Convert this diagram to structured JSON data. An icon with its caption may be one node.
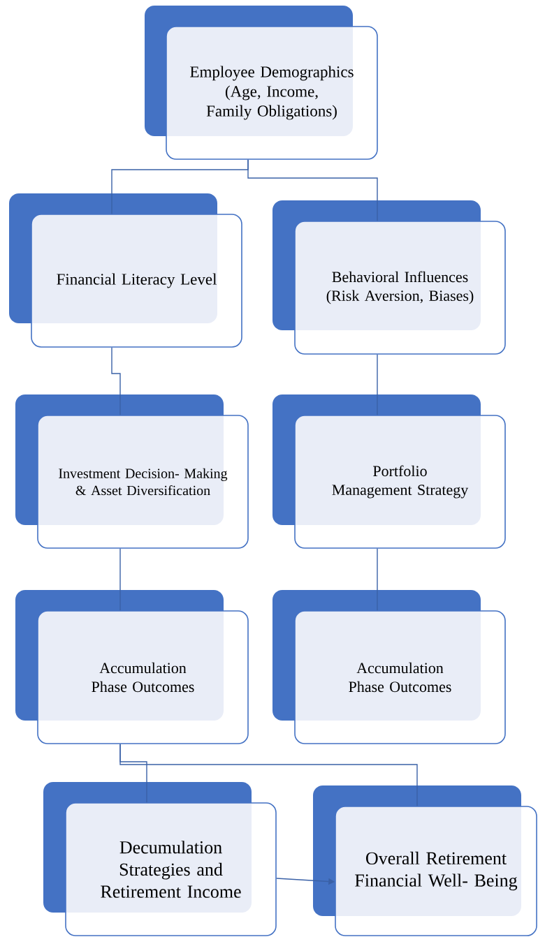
{
  "diagram": {
    "nodes": [
      {
        "text": [
          "Employee Demographics (Age, Income, Family Obligations)"
        ]
      },
      {
        "text": [
          "Financial Literacy Level"
        ]
      },
      {
        "text": [
          "Behavioral Influences (Risk Aversion, Biases)"
        ]
      },
      {
        "text": [
          "Investment Decision- Making & Asset Diversification"
        ]
      },
      {
        "text": [
          "Portfolio Management Strategy"
        ]
      },
      {
        "text": [
          "Accumulation Phase Outcomes"
        ]
      },
      {
        "text": [
          "Accumulation Phase Outcomes"
        ]
      },
      {
        "text": [
          "Decumulation Strategies and Retirement Income"
        ]
      },
      {
        "text": [
          "Overall Retirement Financial Well- Being"
        ]
      }
    ],
    "edges": [
      {
        "from": 0,
        "to": 1,
        "arrow": "none"
      },
      {
        "from": 0,
        "to": 2,
        "arrow": "none"
      },
      {
        "from": 1,
        "to": 3,
        "arrow": "none"
      },
      {
        "from": 2,
        "to": 4,
        "arrow": "none"
      },
      {
        "from": 3,
        "to": 5,
        "arrow": "none"
      },
      {
        "from": 4,
        "to": 6,
        "arrow": "none"
      },
      {
        "from": 5,
        "to": 7,
        "arrow": "none"
      },
      {
        "from": 5,
        "to": 8,
        "arrow": "none"
      },
      {
        "from": 7,
        "to": 8,
        "arrow": "to"
      }
    ]
  }
}
